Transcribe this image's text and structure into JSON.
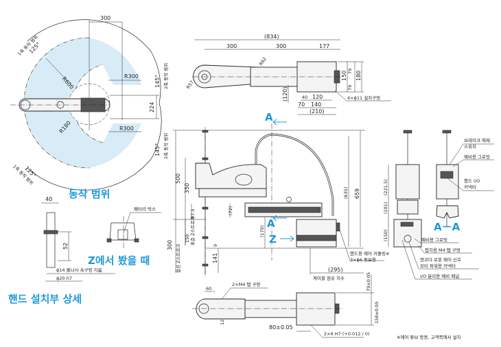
{
  "colors": {
    "accent": "#1e9ad6",
    "range_fill": "#d8ecf7",
    "line": "#222222"
  },
  "views": {
    "range": {
      "title": "동작 범위",
      "dim_300": "300",
      "axis1_range_top": "1축 동작 범위",
      "axis1_angle_top": "125°",
      "axis1_range_bottom": "1축 동작 범위",
      "axis1_angle_bottom": "125°",
      "axis2_range_top": "2축 동작 범위",
      "axis2_angle_top": "145°",
      "axis2_range_bottom": "2축 동작 범위",
      "axis2_angle_bottom": "145°",
      "r600": "R600",
      "r300_top": "R300",
      "r300_bottom": "R300",
      "r180": "R180",
      "dim_224": "224"
    },
    "top": {
      "overall": "(834)",
      "seg1": "300",
      "seg2": "300",
      "seg3": "177",
      "r57": "R57",
      "r62": "R62",
      "d150": "150",
      "d79a": "79",
      "d79b": "79",
      "d180": "180",
      "d120v": "(120)",
      "d40": "40",
      "d120": "120",
      "d70": "70",
      "d140": "140",
      "d210": "(210)",
      "holes": "4×ϕ11 설치구멍"
    },
    "side": {
      "section_a_top": "A",
      "section_a_bottom": "A",
      "view_z": "Z",
      "d500": "500",
      "d350": "350",
      "d87_5": "87.5",
      "d72": "(72)",
      "d179": "(179)",
      "d150": "150",
      "std_stroke": "표준 Z스트로크",
      "d300": "300",
      "opt_stroke": "옵션 Z스트로크",
      "d9": "9",
      "d141": "141",
      "d635": "(635)",
      "d659": "659",
      "d295": "(295)",
      "cable_label": "케이블 점유 치수",
      "air_coupling": "핸드용 에어 커플링※",
      "air_tube": "3×ϕ6 튜브용"
    },
    "end_view": {
      "d221_5": "(221.5)",
      "d101": "(101)",
      "d150": "(150)"
    },
    "section_aa": {
      "title": "A－A",
      "brake_switch_1": "브레이크 해제",
      "brake_switch_2": "스위치",
      "spare_grommet": "예비용 그로밋",
      "hand_io_1": "핸드 I/O",
      "hand_io_2": "커넥터"
    },
    "base_callouts": {
      "spare_grommet": "예비용 그로밋",
      "ground_tap": "접지용 M4 탭 구멍",
      "encoder_1": "엔코더 로봇 제어 신호",
      "encoder_2": "모터 파워용 커넥터",
      "io_panel": "I/O 분리용 예비 패널"
    },
    "z_view": {
      "title": "Z에서 봤을 때",
      "battery_box": "배터리 박스"
    },
    "hand_detail": {
      "title": "핸드 설치부 상세",
      "d40": "40",
      "d52": "52",
      "bore": "ϕ14 볼나사 속구멍 지름",
      "shaft": "ϕ20 h7"
    },
    "bottom": {
      "d60": "60",
      "tap": "2×M4 탭 구멍",
      "d12": "12",
      "d80": "80±0.05",
      "pin": "2×6 H7 (+0.012 / 0)",
      "d79": "79±0.05",
      "d158": "158±0.05"
    },
    "footnote": "※에어 튜브 등봉, 고객쪽에서 설치"
  }
}
